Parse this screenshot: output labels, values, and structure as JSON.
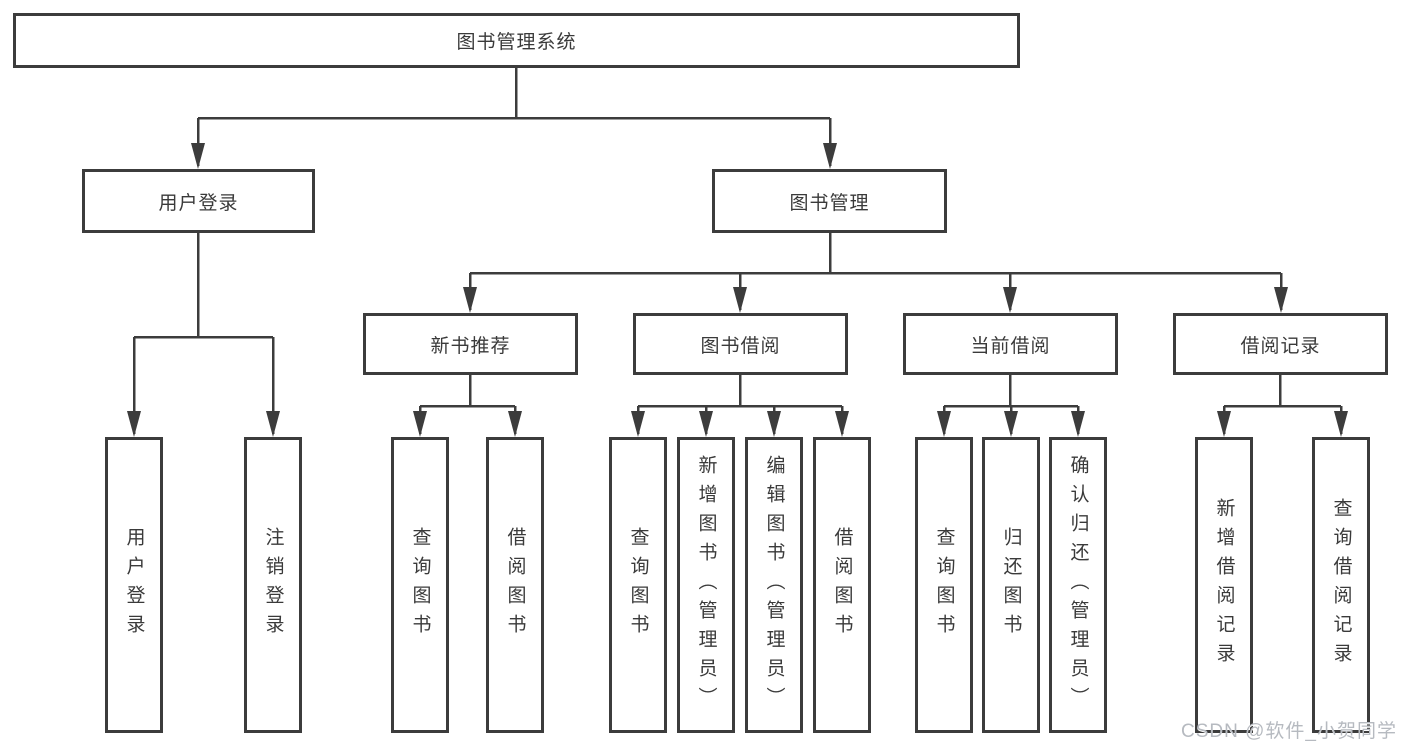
{
  "colors": {
    "line": "#3c3c3c",
    "text": "#3a3a3a",
    "box_fill": "#ffffff",
    "background": "#ffffff",
    "watermark": "#b6bac0"
  },
  "watermark": {
    "text": "CSDN @软件_小贺同学"
  },
  "tree": {
    "label": "图书管理系统",
    "children": [
      {
        "label": "用户登录",
        "children": [
          {
            "label": "用户登录"
          },
          {
            "label": "注销登录"
          }
        ]
      },
      {
        "label": "图书管理",
        "children": [
          {
            "label": "新书推荐",
            "children": [
              {
                "label": "查询图书"
              },
              {
                "label": "借阅图书"
              }
            ]
          },
          {
            "label": "图书借阅",
            "children": [
              {
                "label": "查询图书"
              },
              {
                "label": "新增图书（管理员）"
              },
              {
                "label": "编辑图书（管理员）"
              },
              {
                "label": "借阅图书"
              }
            ]
          },
          {
            "label": "当前借阅",
            "children": [
              {
                "label": "查询图书"
              },
              {
                "label": "归还图书"
              },
              {
                "label": "确认归还（管理员）"
              }
            ]
          },
          {
            "label": "借阅记录",
            "children": [
              {
                "label": "新增借阅记录"
              },
              {
                "label": "查询借阅记录"
              }
            ]
          }
        ]
      }
    ]
  }
}
